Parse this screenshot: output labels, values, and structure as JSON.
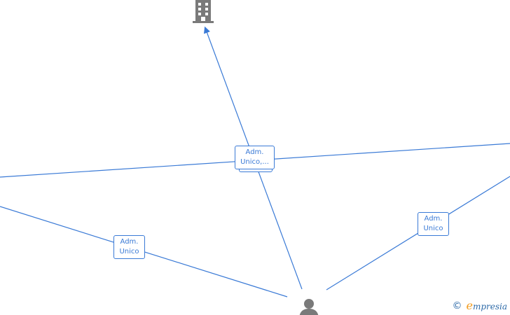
{
  "diagram": {
    "edge_labels": [
      {
        "id": "top",
        "text": "Adm.\nUnico,..."
      },
      {
        "id": "left",
        "text": "Adm.\nUnico"
      },
      {
        "id": "right",
        "text": "Adm.\nUnico"
      }
    ],
    "nodes": [
      {
        "id": "company",
        "icon": "building-icon"
      },
      {
        "id": "person",
        "icon": "person-icon"
      }
    ],
    "colors": {
      "edge": "#3a7ad6",
      "icon": "#7a7a7a",
      "brand": "#2d6aa8",
      "brand_accent": "#f29c1f"
    }
  },
  "footer": {
    "copyright_symbol": "©",
    "brand_initial": "e",
    "brand_rest": "mpresia"
  }
}
